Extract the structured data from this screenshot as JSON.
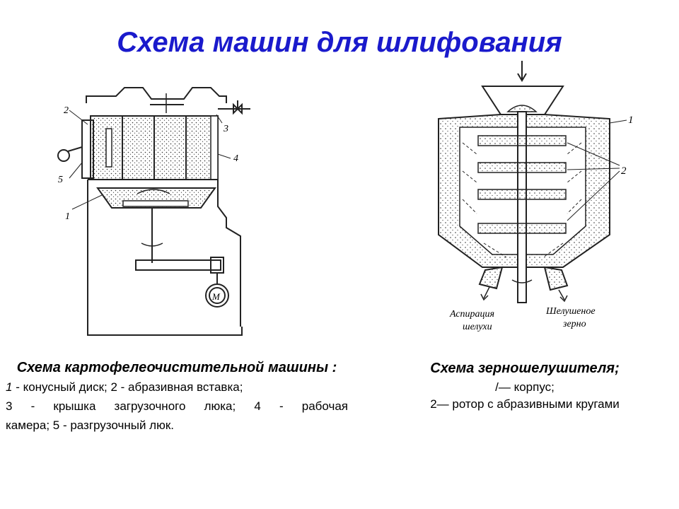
{
  "title": "Схема машин для шлифования",
  "left_figure": {
    "labels": [
      "1",
      "2",
      "3",
      "4",
      "5"
    ],
    "motor_label": "M",
    "caption_title": "Схема картофелеочистительной машины :",
    "caption_line1_num": "1",
    "caption_line1_text": " - конусный диск; 2 - абразивная вставка;",
    "caption_line2": "3 - крышка загрузочного люка; 4 - рабочая",
    "caption_line3": "камера; 5 - разгрузочный люк."
  },
  "right_figure": {
    "labels": [
      "1",
      "2"
    ],
    "aspiration_label_1": "Аспирация",
    "aspiration_label_2": "шелухи",
    "grain_label_1": "Шелушеное",
    "grain_label_2": "зерно",
    "caption_title": "Схема зерношелушителя;",
    "caption_line1": "/— корпус;",
    "caption_line2": "2— ротор с абразивными кругами"
  },
  "colors": {
    "title": "#1a1acc"
  }
}
